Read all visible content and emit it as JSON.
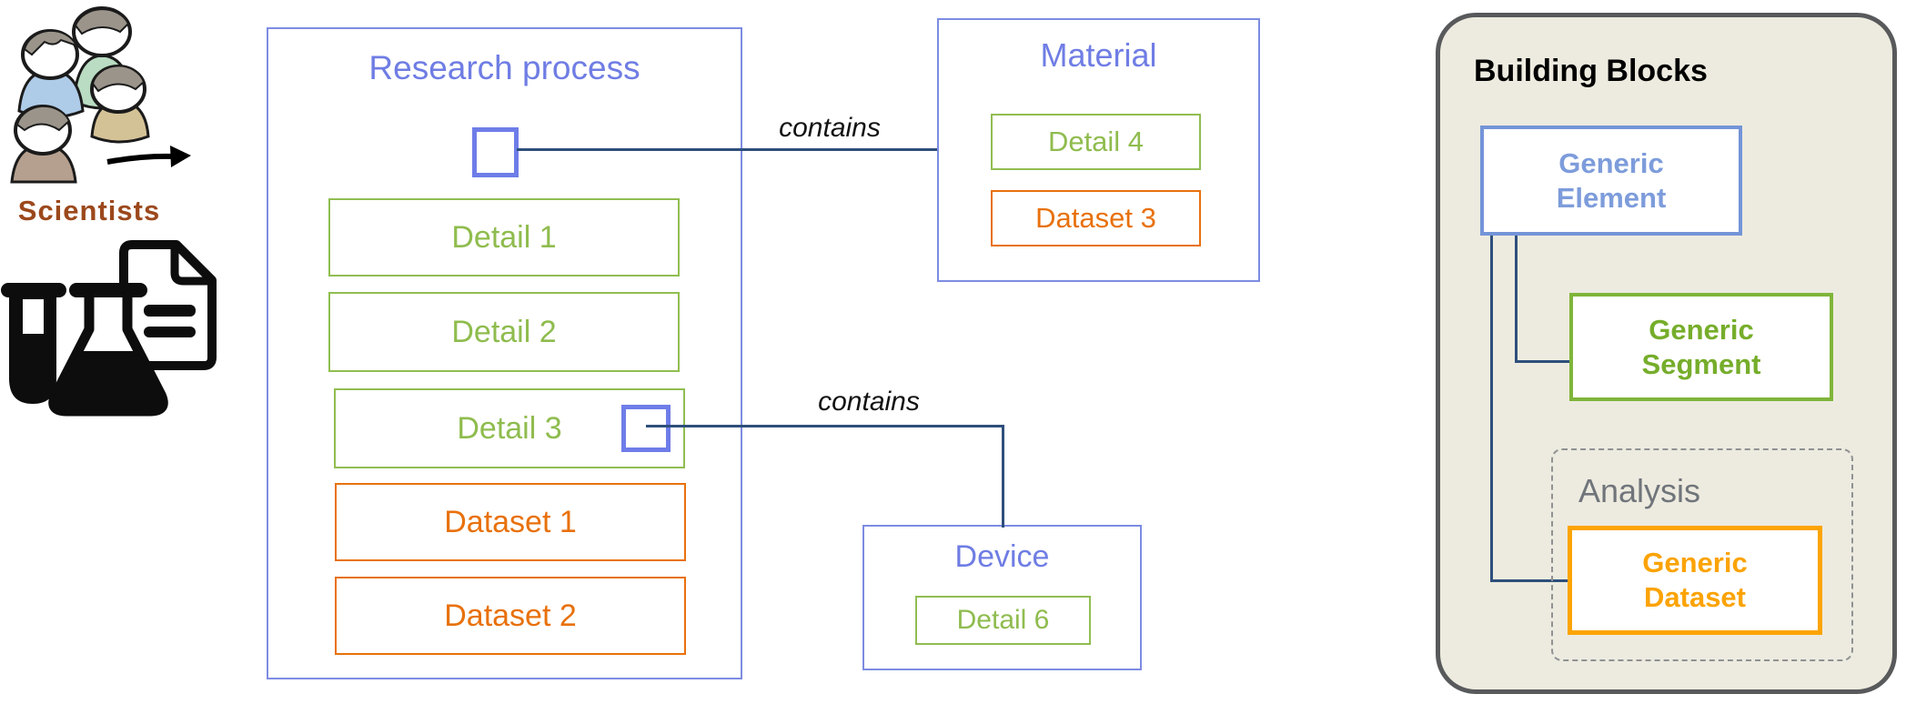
{
  "figure": {
    "scientists_label": "Scientists",
    "research_process": {
      "title": "Research process",
      "items": [
        "Detail 1",
        "Detail 2",
        "Detail 3",
        "Dataset 1",
        "Dataset 2"
      ]
    },
    "material": {
      "title": "Material",
      "items": [
        "Detail 4",
        "Dataset 3"
      ]
    },
    "device": {
      "title": "Device",
      "items": [
        "Detail 6"
      ]
    },
    "relation_labels": [
      "contains",
      "contains"
    ],
    "building_blocks": {
      "title": "Building Blocks",
      "generic_element": "Generic Element",
      "generic_segment": "Generic Segment",
      "analysis_label": "Analysis",
      "generic_dataset": "Generic Dataset"
    }
  },
  "colors": {
    "title_blue": "#6f7de4",
    "box_border_blue": "#7d8ce2",
    "anchor_square_blue": "#6e7de8",
    "segment_green": "#8fbc4e",
    "dataset_orange": "#e8710c",
    "legend_element_blue": "#7494d8",
    "legend_segment_green": "#7fb53a",
    "legend_dataset_orange": "#fca403",
    "connector_navy": "#2e4f7c",
    "panel_background": "#edebdf",
    "panel_border": "#58595b",
    "scientists_brown": "#9c481c"
  }
}
